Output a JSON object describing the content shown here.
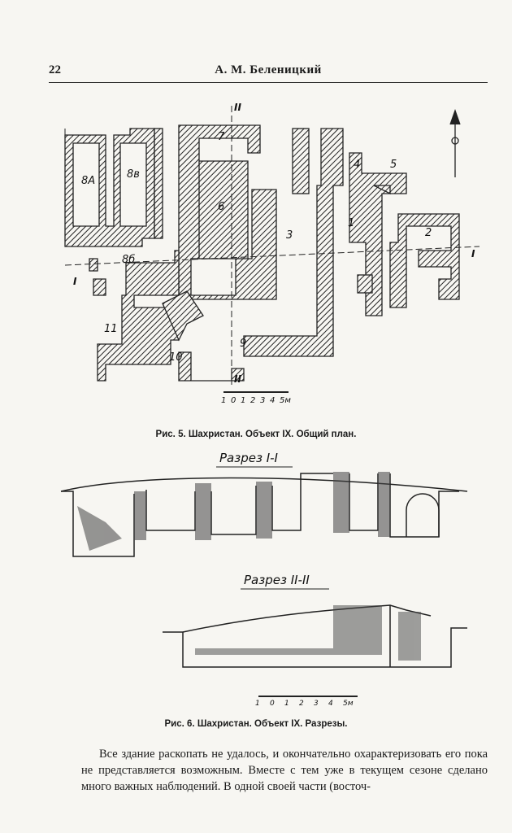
{
  "header": {
    "page_number": "22",
    "author": "А. М. Беленицкий"
  },
  "figure5": {
    "caption": "Рис. 5. Шахристан. Объект IX. Общий план.",
    "room_labels": [
      "7",
      "6",
      "8А",
      "8в",
      "8б",
      "3",
      "4",
      "5",
      "1",
      "2",
      "9",
      "10",
      "11"
    ],
    "section_marks": [
      "II",
      "II",
      "I",
      "I"
    ],
    "scale_ticks": [
      "1",
      "0",
      "1",
      "2",
      "3",
      "4",
      "5м"
    ]
  },
  "figure6": {
    "caption": "Рис. 6. Шахристан. Объект IX. Разрезы.",
    "section_1_title": "Разрез I-I",
    "section_2_title": "Разрез II-II",
    "scale_ticks": [
      "1",
      "0",
      "1",
      "2",
      "3",
      "4",
      "5м"
    ]
  },
  "body": {
    "paragraph": "Все здание раскопать не удалось, и окончательно охарактеризовать его пока не представляется возможным. Вместе с тем уже в текущем сезоне сделано много важных наблюдений. В одной своей части (восточ-"
  }
}
